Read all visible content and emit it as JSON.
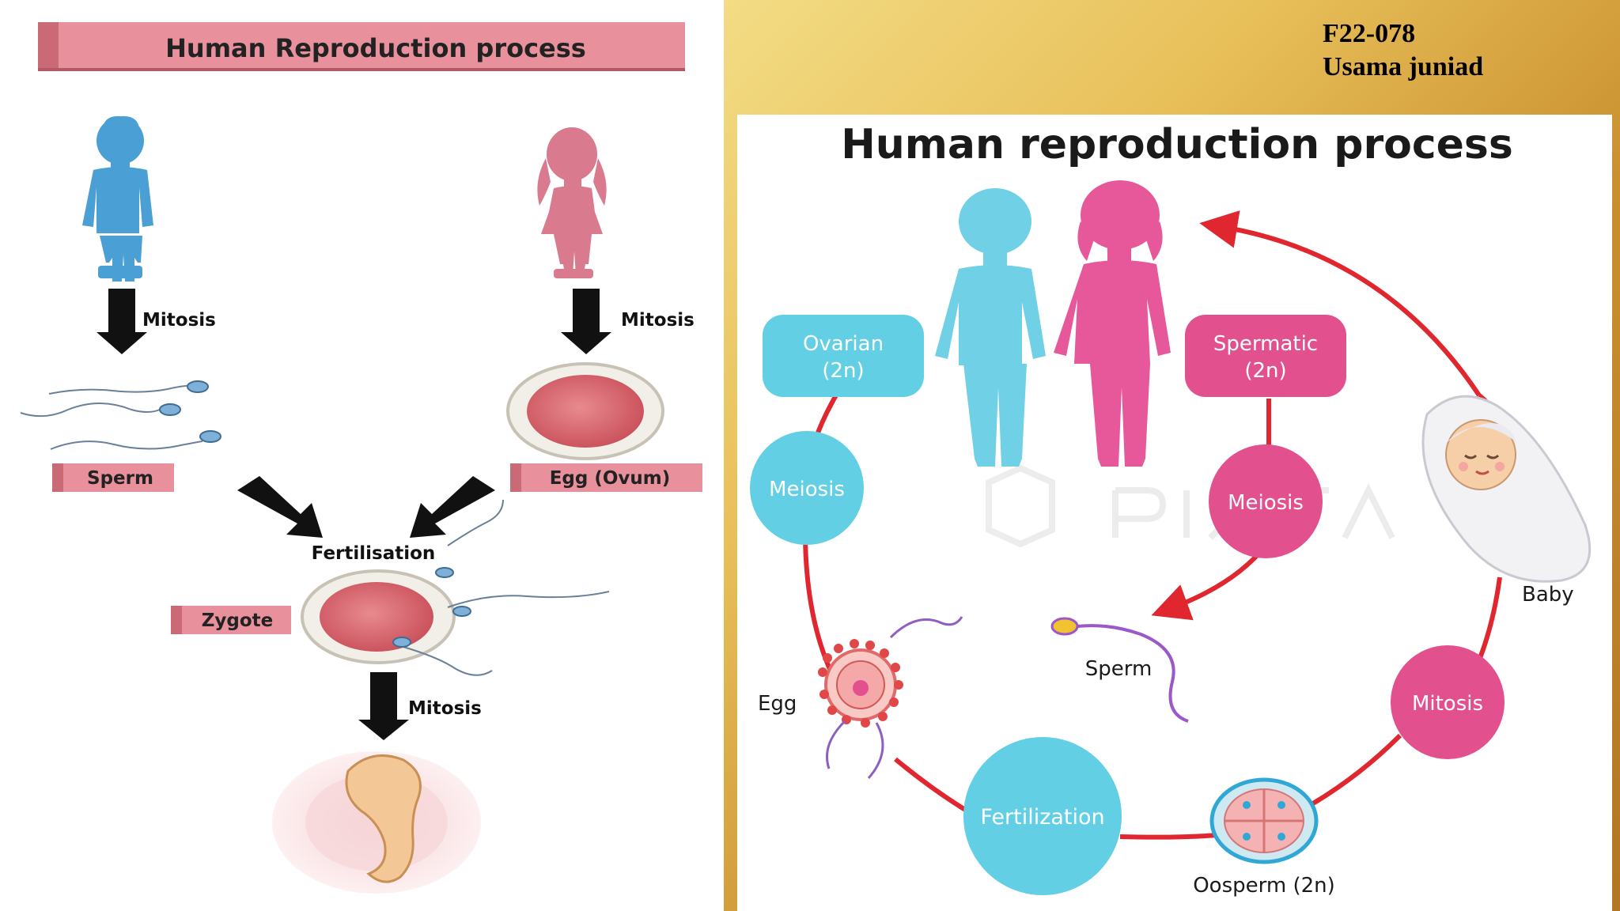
{
  "author": {
    "id": "F22-078",
    "name": "Usama juniad"
  },
  "left_diagram": {
    "title": "Human Reproduction process",
    "arrow_labels": {
      "mitosis_left": "Mitosis",
      "mitosis_right": "Mitosis",
      "mitosis_bottom": "Mitosis",
      "fertilisation": "Fertilisation"
    },
    "labels": {
      "sperm": "Sperm",
      "egg": "Egg (Ovum)",
      "zygote": "Zygote"
    },
    "colors": {
      "male": "#4a9fd4",
      "female": "#d97a8e",
      "label_bg": "#e8919d",
      "cell": "#d9616a"
    }
  },
  "right_diagram": {
    "title": "Human reproduction process",
    "nodes": {
      "ovarian": [
        "Ovarian",
        "(2n)"
      ],
      "spermatic": [
        "Spermatic",
        "(2n)"
      ],
      "meiosis_left": "Meiosis",
      "meiosis_right": "Meiosis",
      "mitosis": "Mitosis",
      "fertilization": "Fertilization"
    },
    "labels": {
      "baby": "Baby",
      "egg": "Egg",
      "sperm": "Sperm",
      "oosperm": "Oosperm (2n)"
    },
    "colors": {
      "cyan": "#62cfe4",
      "pink": "#e2508e",
      "ring": "#e0262e"
    }
  }
}
